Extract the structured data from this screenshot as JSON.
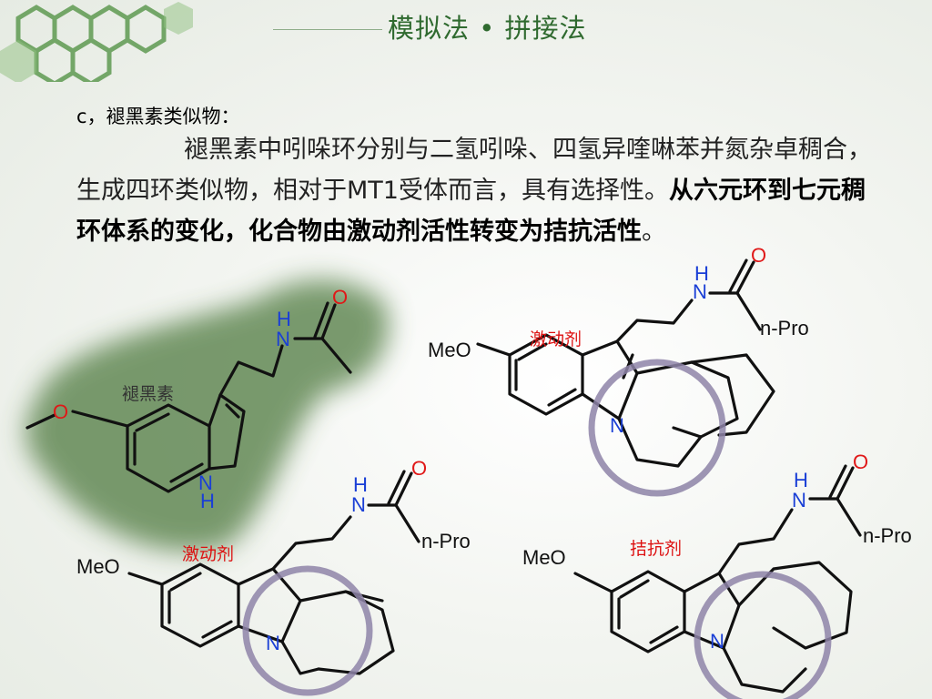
{
  "slide": {
    "title": "模拟法 • 拼接法",
    "heading": "c，褪黑素类似物：",
    "para_1": "褪黑素中吲哚环分别与二氢吲哚、四氢异喹啉苯并氮杂卓稠合，生成四环类似物，相对于MT1受体而言，具有选择性。",
    "para_bold": "从六元环到七元稠环体系的变化，化合物由激动剂活性转变为拮抗活性",
    "para_end": "。"
  },
  "molecules": {
    "melatonin_name": "褪黑素",
    "agonist_label_1": "激动剂",
    "agonist_label_2": "激动剂",
    "antagonist_label": "拮抗剂",
    "atoms": {
      "O": "O",
      "N": "N",
      "H": "H",
      "NH": "H",
      "MeO": "MeO",
      "nPro": "n-Pro"
    }
  },
  "colors": {
    "title": "#2f6a2f",
    "label_red": "#dd1111",
    "nitrogen": "#1a3fd6",
    "oxygen": "#e01818",
    "circle": "#8e84a8"
  }
}
